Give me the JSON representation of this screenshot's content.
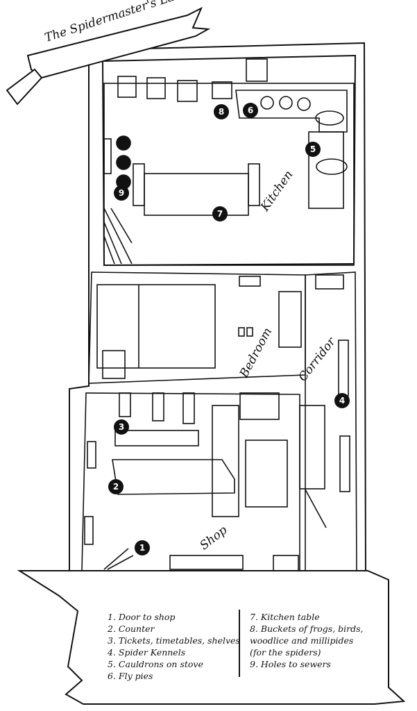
{
  "title": "The Spidermaster's Lair",
  "rooms": {
    "kitchen": "Kitchen",
    "bedroom": "Bedroom",
    "corridor": "Corridor",
    "shop": "Shop"
  },
  "markers": [
    "1",
    "2",
    "3",
    "4",
    "5",
    "6",
    "7",
    "8",
    "9"
  ],
  "legend": {
    "left": [
      "1. Door to shop",
      "2. Counter",
      "3. Tickets, timetables, shelves",
      "4. Spider Kennels",
      "5. Cauldrons on stove",
      "6. Fly pies"
    ],
    "right": [
      "7. Kitchen table",
      "8. Buckets of frogs, birds,",
      "woodlice and millipides",
      "(for the spiders)",
      "9. Holes to sewers"
    ]
  },
  "colors": {
    "ink": "#111111",
    "paper": "#ffffff",
    "marker": "#111111"
  }
}
